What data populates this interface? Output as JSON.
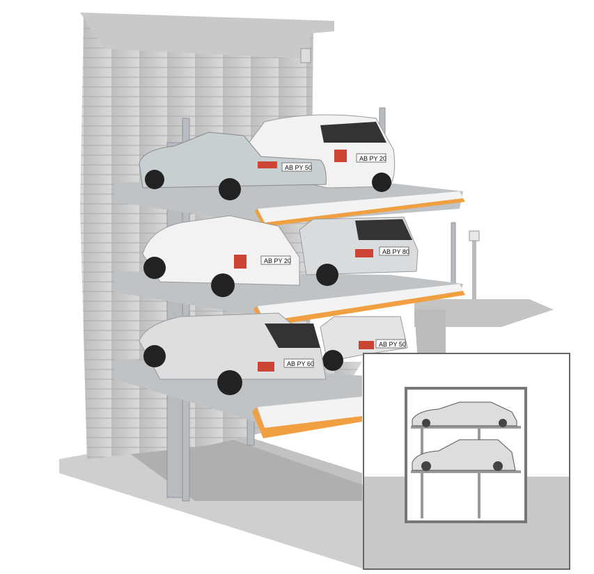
{
  "illustration": {
    "plates": {
      "top_left": "AB PY 50",
      "top_right": "AB PY 20",
      "middle_left": "AB PY 20",
      "middle_right": "AB PY 80",
      "bottom_left": "AB PY 60",
      "bottom_right": "AB PY 50"
    },
    "colors": {
      "platform_edge": "#f0a040",
      "steel": "#b8bcc0",
      "concrete": "#c8c8c8",
      "floor": "#cfcfcf"
    }
  }
}
